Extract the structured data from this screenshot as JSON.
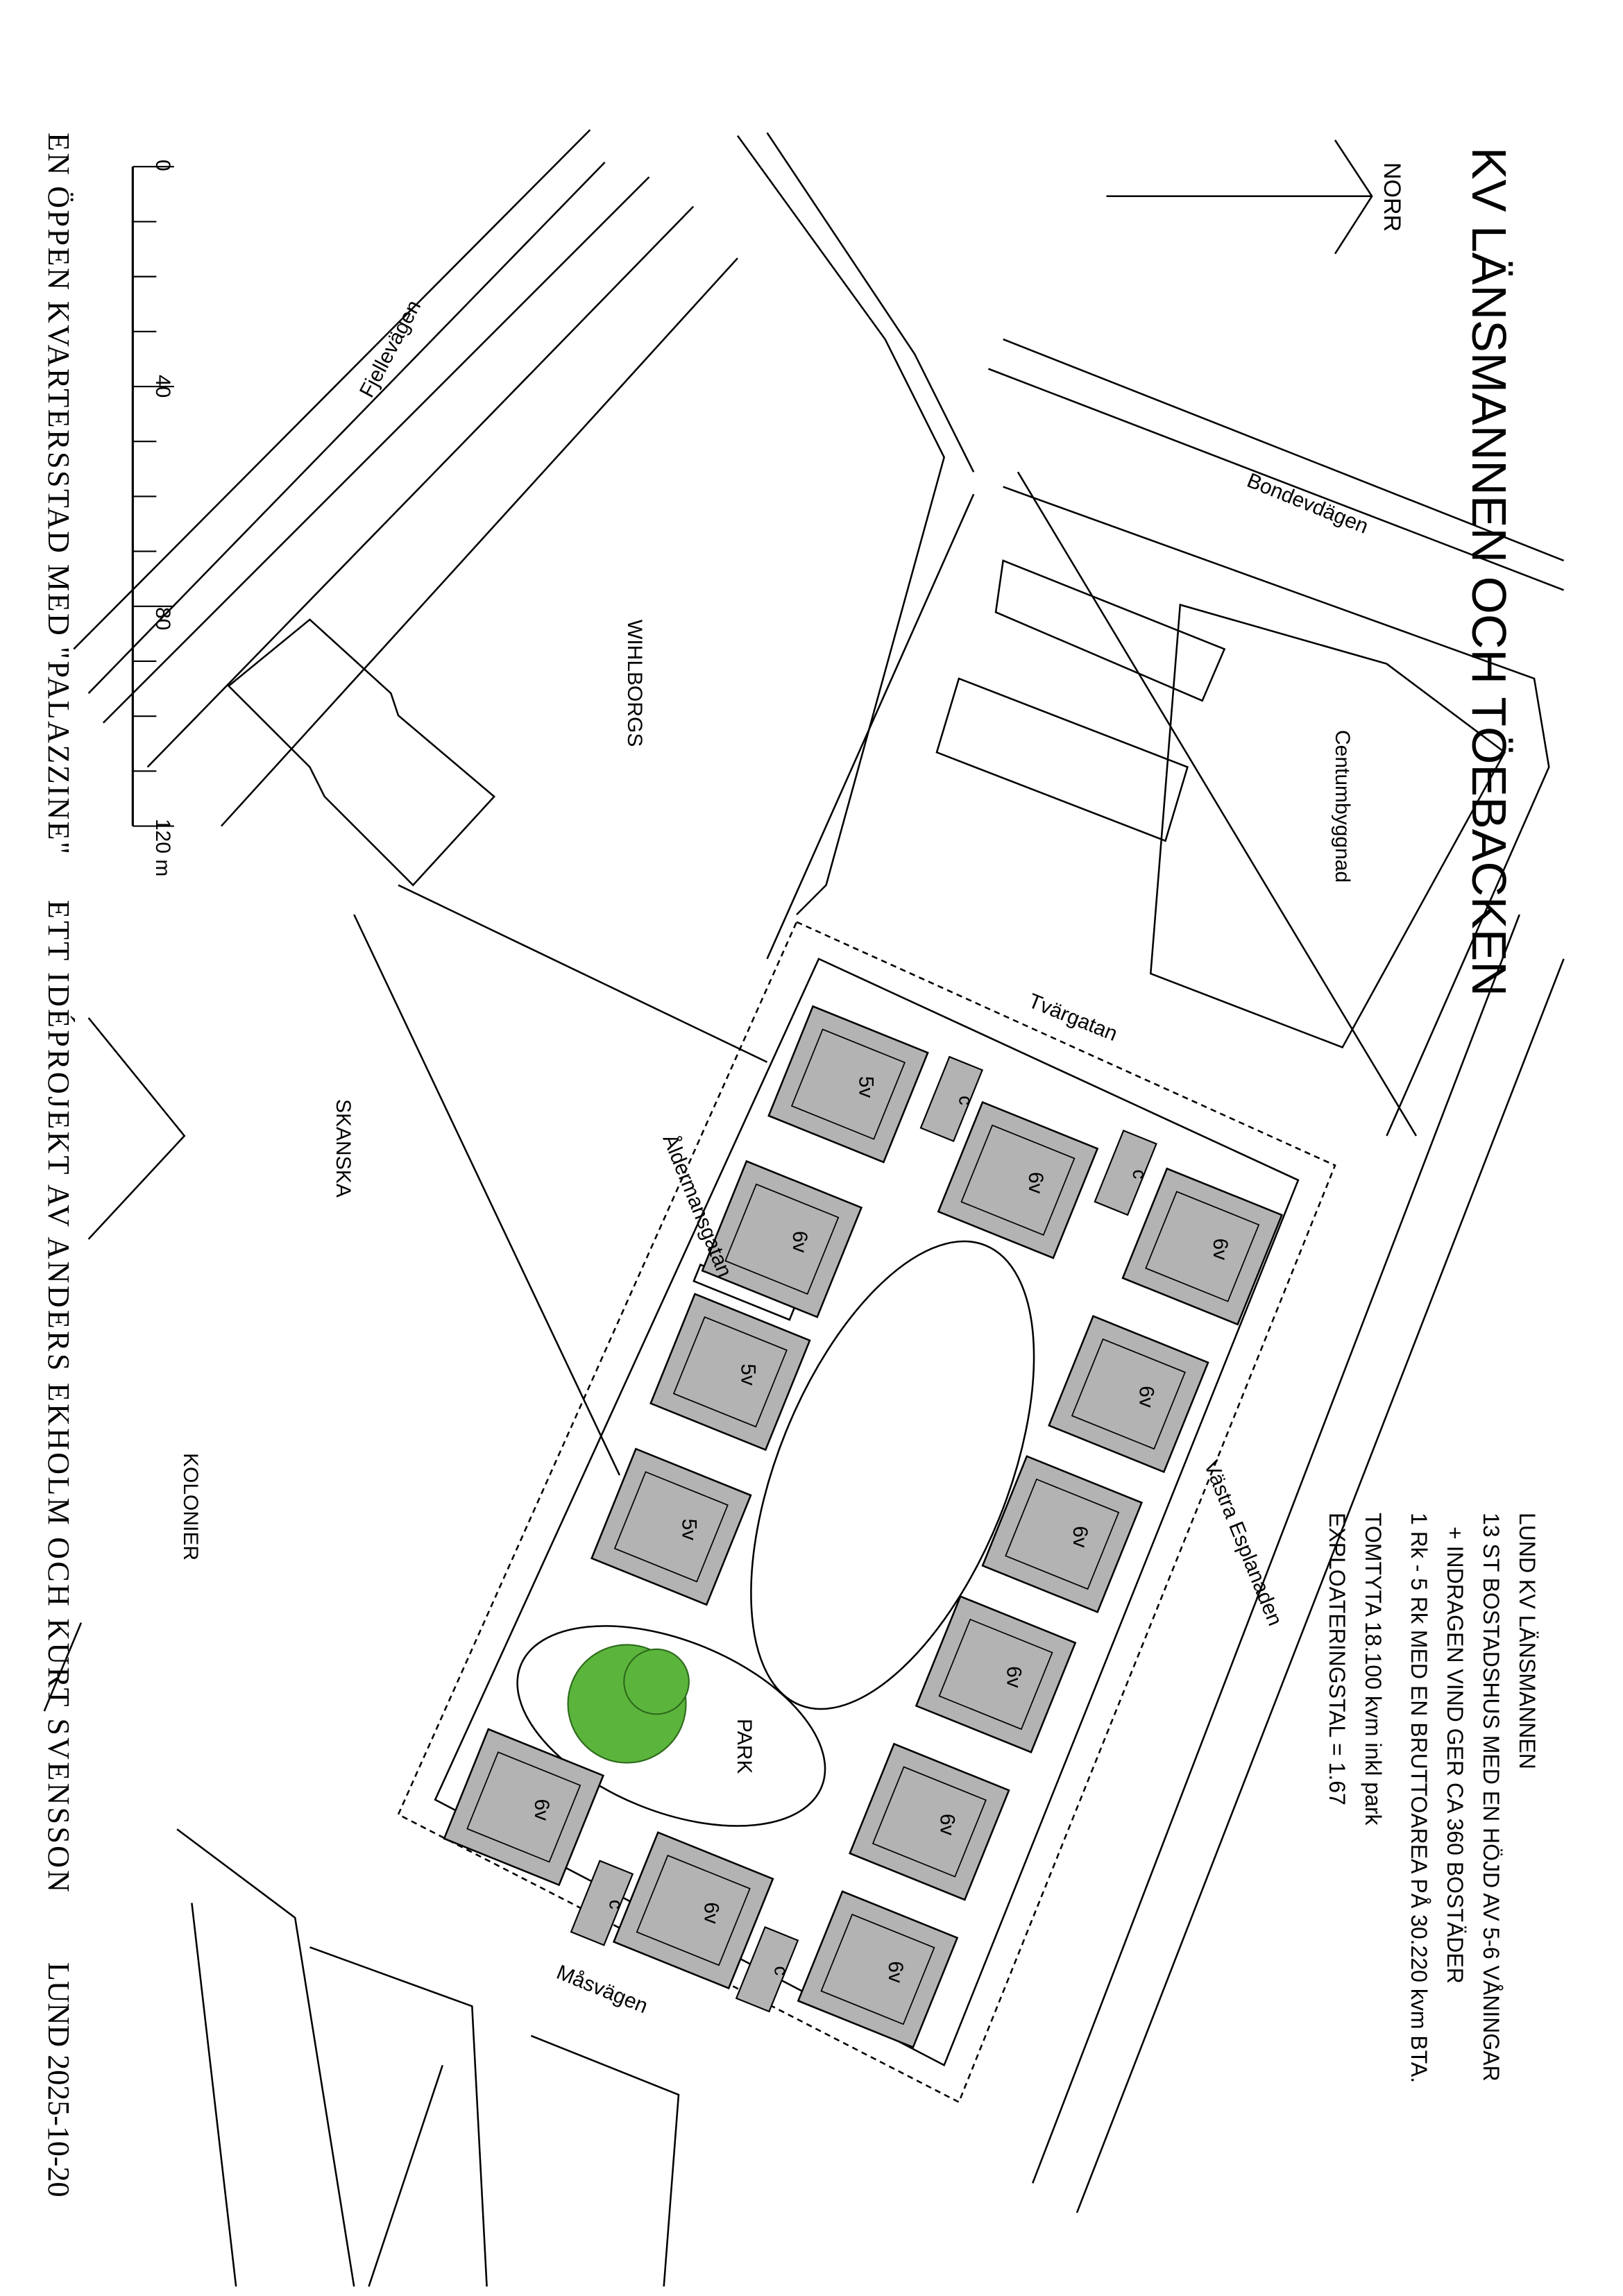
{
  "title": "KV LÄNSMANNEN OCH TÖEBACKEN",
  "north_label": "NORR",
  "info": {
    "lines": [
      "LUND KV LÄNSMANNEN",
      "13 ST BOSTADSHUS MED EN HÖJD AV 5-6 VÅNINGAR",
      "+ INDRAGEN VIND GER CA 360 BOSTÄDER",
      "1 Rk - 5 Rk MED EN BRUTTOAREA PÅ 30.220 kvm BTA.",
      "TOMTYTA 18.100 kvm inkl park",
      "EXPLOATERINGSTAL = 1.67"
    ]
  },
  "footer": {
    "subtitle": "EN ÖPPEN KVARTERSSTAD MED \"PALAZZINE\"",
    "authors": "ETT IDÉPROJEKT AV ANDERS EKHOLM OCH KURT SVENSSON",
    "place_date": "LUND 2025-10-20"
  },
  "scale_bar": {
    "labels": [
      "0",
      "40",
      "80",
      "120 m"
    ]
  },
  "streets": {
    "fjellevagen": "Fjellevägen",
    "bondevagen": "Bondevdägen",
    "tvargatan": "Tvärgatan",
    "aldermansgatan": "Åldermansgatan",
    "vastra_esplanaden": "Västra Esplanaden",
    "masvagen": "Måsvägen"
  },
  "areas": {
    "wihlborgs": "WIHLBORGS",
    "centumbyggnad": "Centumbyggnad",
    "skanska": "SKANSKA",
    "kolonier": "KOLONIER",
    "park": "PARK"
  },
  "buildings": [
    "5v",
    "6v",
    "6v",
    "6v",
    "5v",
    "6v",
    "5v",
    "6v",
    "6v",
    "6v",
    "6v",
    "6v",
    "6v"
  ],
  "courtyard_buildings": [
    "c",
    "c",
    "c",
    "c"
  ],
  "colors": {
    "building_fill": "#b3b3b3",
    "tree_green": "#5bb53c",
    "line": "#000000"
  }
}
